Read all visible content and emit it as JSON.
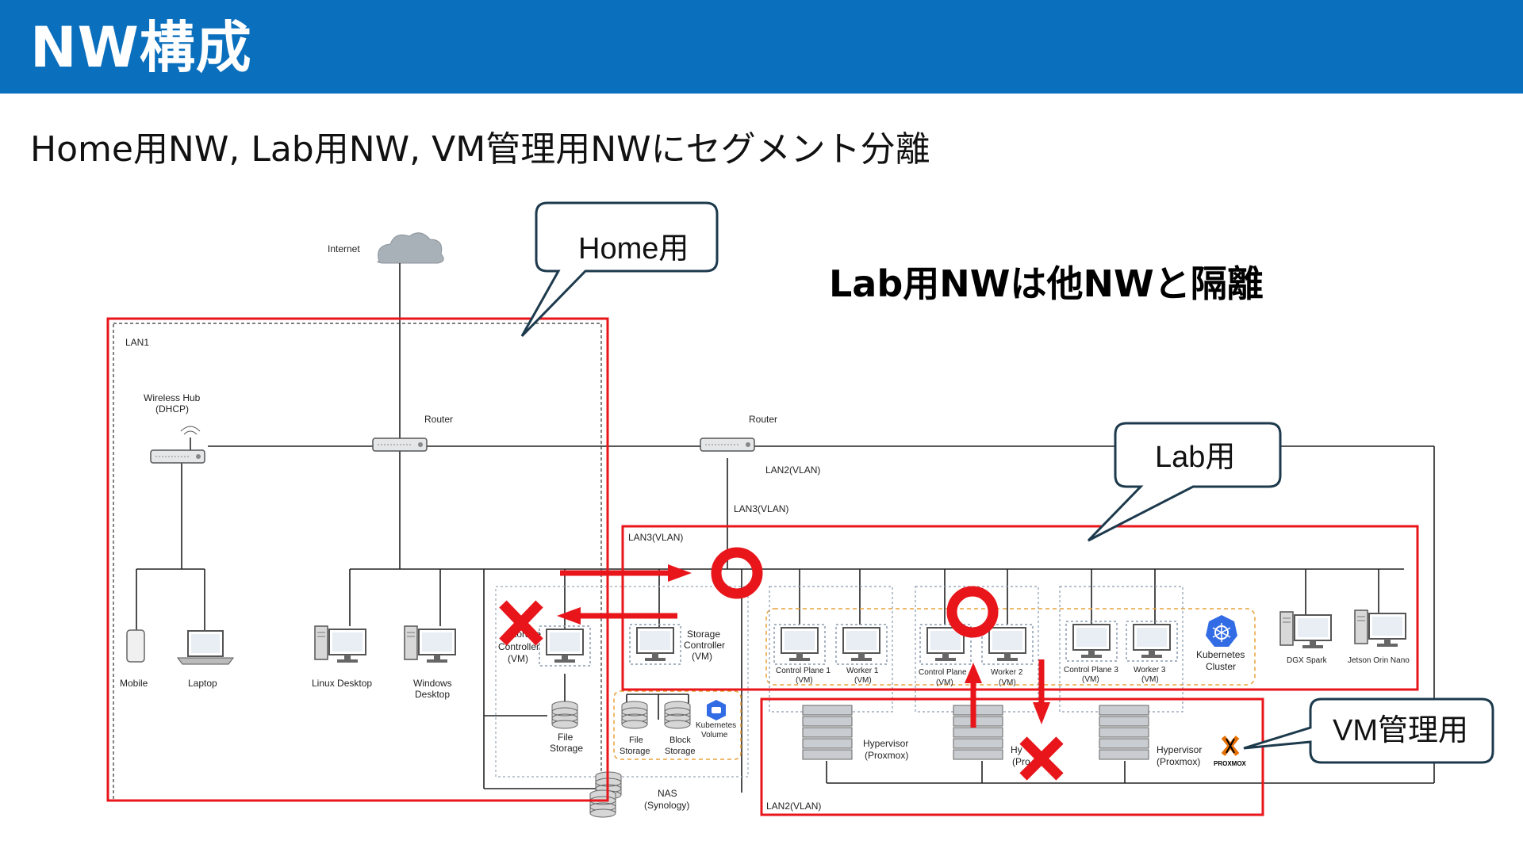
{
  "header": {
    "title": "NW構成"
  },
  "subtitle": "Home用NW, Lab用NW, VM管理用NWにセグメント分離",
  "isolation_note": "Lab用NWは他NWと隔離",
  "callouts": {
    "home": "Home用",
    "lab": "Lab用",
    "vm": "VM管理用"
  },
  "nodes": {
    "internet": "Internet",
    "wireless_hub": [
      "Wireless Hub",
      "(DHCP)"
    ],
    "router1": "Router",
    "router2": "Router",
    "mobile": "Mobile",
    "laptop": "Laptop",
    "linux_desktop": "Linux Desktop",
    "windows_desktop": [
      "Windows",
      "Desktop"
    ],
    "storage_ctrl1": [
      "Storage",
      "Controller",
      "(VM)"
    ],
    "storage_ctrl2": [
      "Storage",
      "Controller",
      "(VM)"
    ],
    "file_storage1": [
      "File",
      "Storage"
    ],
    "file_storage2": [
      "File",
      "Storage"
    ],
    "block_storage": [
      "Block",
      "Storage"
    ],
    "k8s_volume": [
      "Kubernetes",
      "Volume"
    ],
    "nas": [
      "NAS",
      "(Synology)"
    ],
    "cp1": [
      "Control Plane 1",
      "(VM)"
    ],
    "w1": [
      "Worker 1",
      "(VM)"
    ],
    "cp2": [
      "Control Plane",
      "(VM)"
    ],
    "w2": [
      "Worker 2",
      "(VM)"
    ],
    "cp3": [
      "Control Plane 3",
      "(VM)"
    ],
    "w3": [
      "Worker 3",
      "(VM)"
    ],
    "k8s_cluster": [
      "Kubernetes",
      "Cluster"
    ],
    "dgx": "DGX Spark",
    "jetson": "Jetson Orin Nano",
    "hv1": [
      "Hypervisor",
      "(Proxmox)"
    ],
    "hv2": [
      "Hy",
      "(Pro"
    ],
    "hv3": [
      "Hypervisor",
      "(Proxmox)"
    ],
    "proxmox_logo": "PROXMOX"
  },
  "networks": {
    "lan1": "LAN1",
    "lan2_top": "LAN2(VLAN)",
    "lan3_top": "LAN3(VLAN)",
    "lan3_box": "LAN3(VLAN)",
    "lan2_bottom": "LAN2(VLAN)"
  },
  "colors": {
    "header": "#0a6fbd",
    "highlight": "#e8161b",
    "k8s": "#326ce5",
    "storage_zone": "#e8a23a"
  }
}
